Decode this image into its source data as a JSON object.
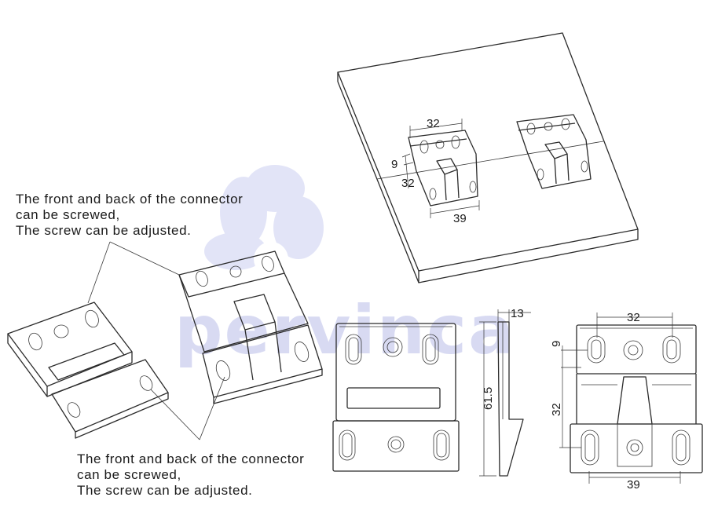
{
  "watermark": {
    "brand": "pervinca",
    "color": "#b9bde9"
  },
  "notes": {
    "top": [
      "The front and back of the connector",
      "can be screwed,",
      "The screw can be  adjusted."
    ],
    "bottom": [
      "The front and back of the connector",
      "can be screwed,",
      "The screw can be  adjusted."
    ]
  },
  "panel_dimensions": {
    "hole_spacing": "32",
    "offset": "9",
    "depth": "32",
    "width": "39"
  },
  "front_view": {
    "height": "61.5",
    "thickness": "13"
  },
  "top_view": {
    "hole_spacing": "32",
    "offset": "9",
    "depth": "32",
    "width": "39"
  }
}
